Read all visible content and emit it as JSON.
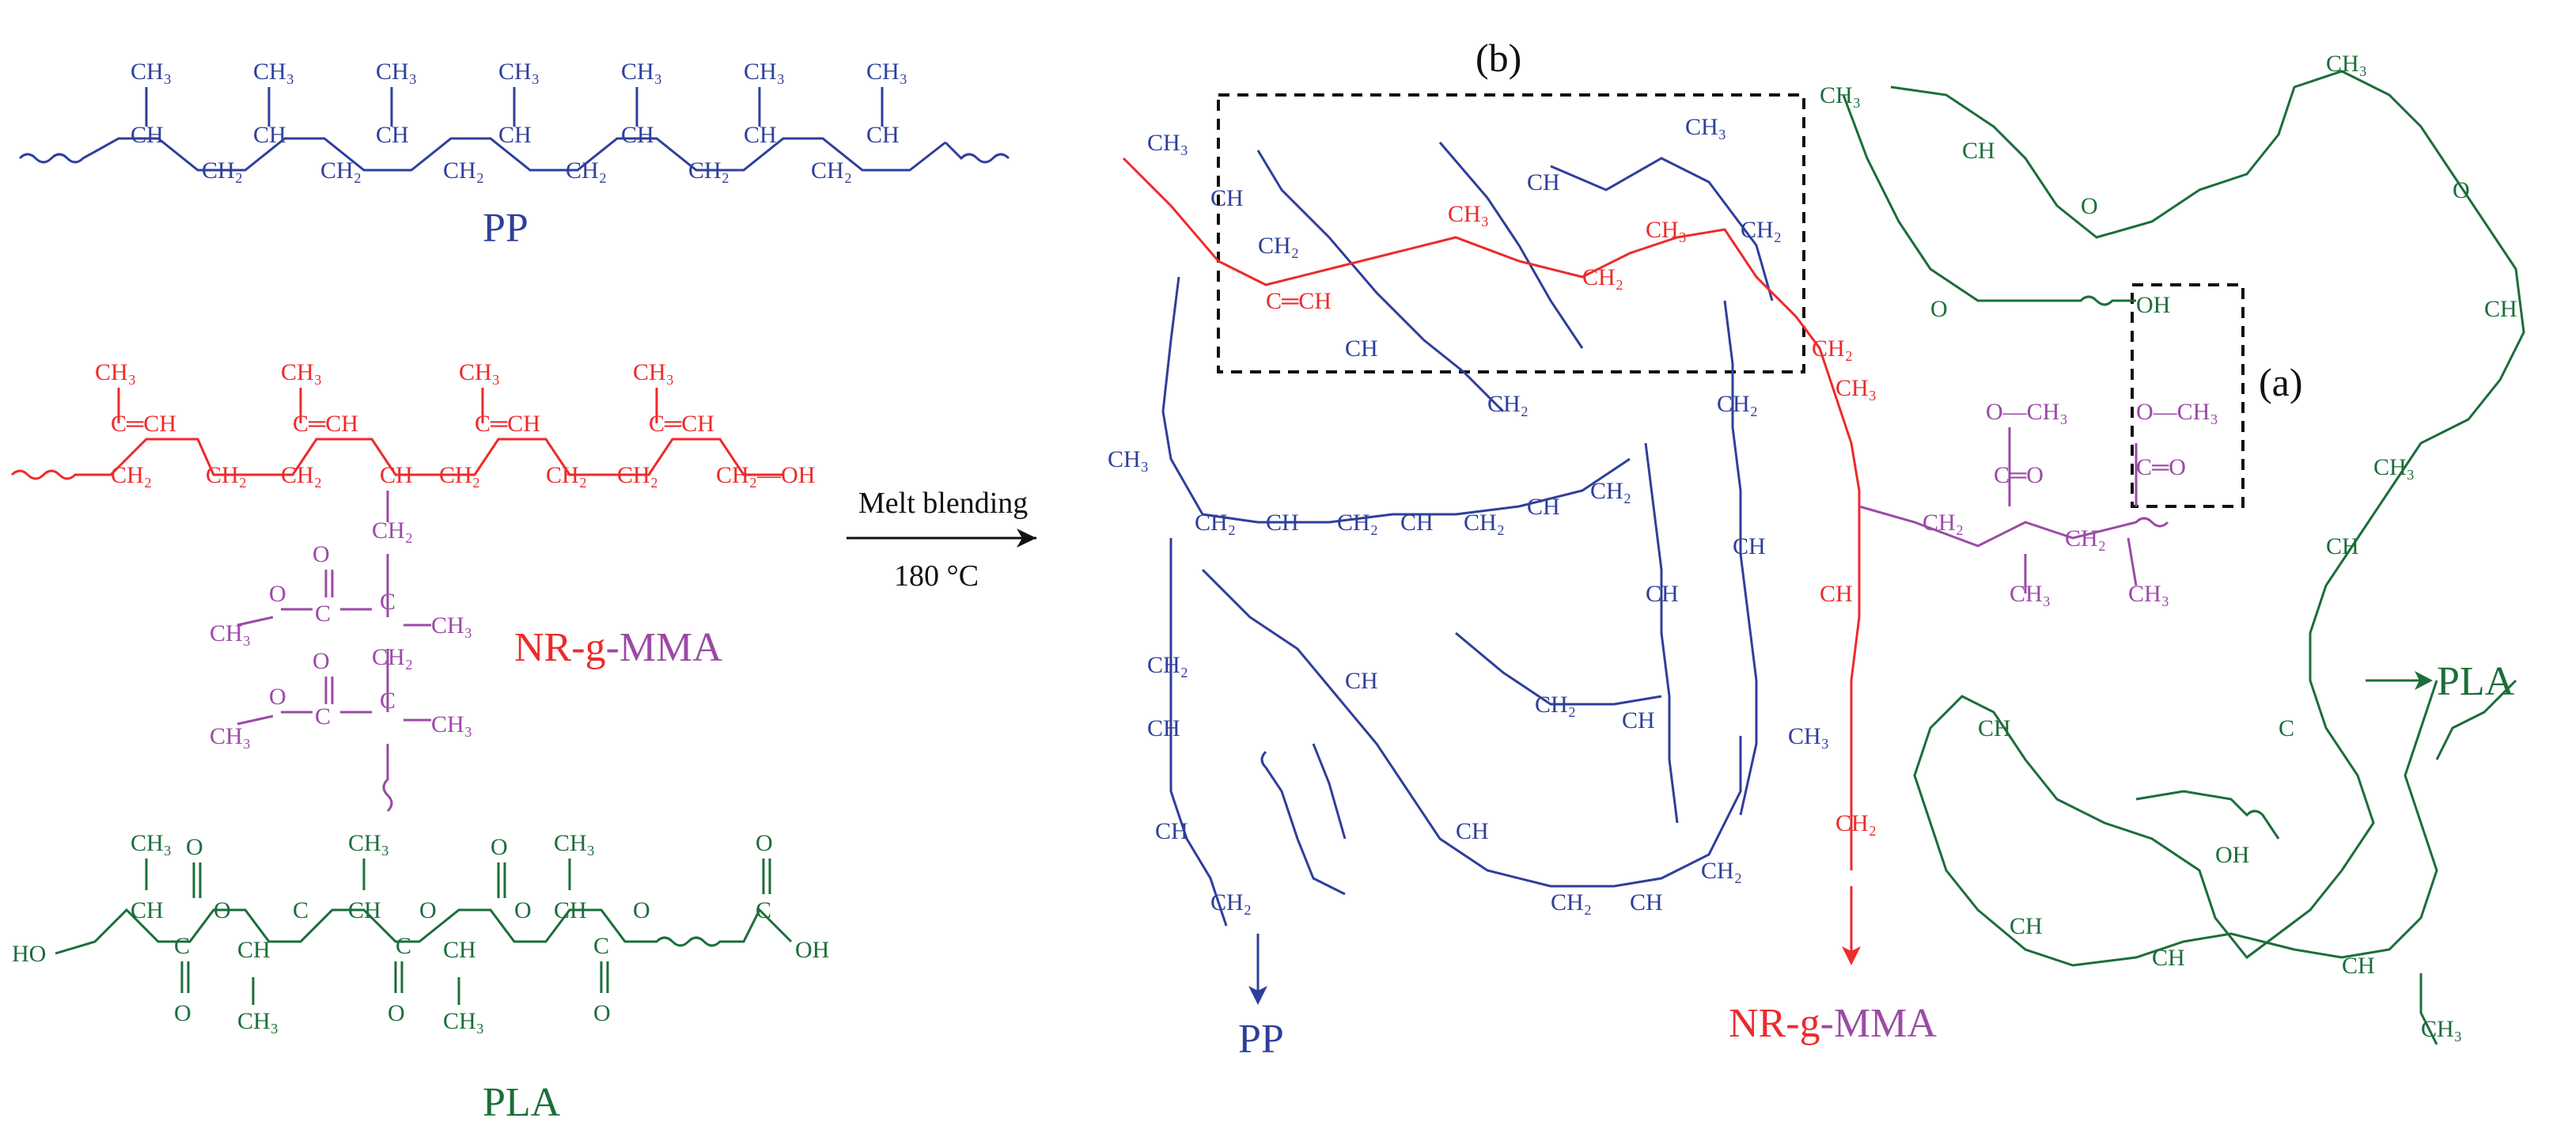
{
  "colors": {
    "pp": "#2e3f9a",
    "nr": "#ee2a2a",
    "mma": "#9b4aa6",
    "pla": "#1b6e3a",
    "text": "#111111"
  },
  "labels": {
    "pp_left": "PP",
    "nr_left_a": "NR",
    "nr_left_dash1": "-",
    "nr_left_g": "g",
    "nr_left_dash2": "-",
    "nr_left_b": "MMA",
    "pla_left": "PLA",
    "process_top": "Melt blending",
    "process_bottom": "180 °C",
    "marker_b": "(b)",
    "marker_a": "(a)",
    "pp_bottom": "PP",
    "nr_bottom_a": "NR",
    "nr_bottom_dash1": "-",
    "nr_bottom_g": "g",
    "nr_bottom_dash2": "-",
    "nr_bottom_b": "MMA",
    "pla_right": "PLA"
  },
  "atoms": {
    "ch": "CH",
    "ch2": "CH₂",
    "ch3": "CH₃",
    "c": "C",
    "o": "O",
    "oh": "OH",
    "ho": "HO",
    "ch2oh": "CH₂—OH",
    "ch_eq_ch": "C═CH",
    "o_ch3": "O—CH₃",
    "c_eq_o": "C═O"
  }
}
